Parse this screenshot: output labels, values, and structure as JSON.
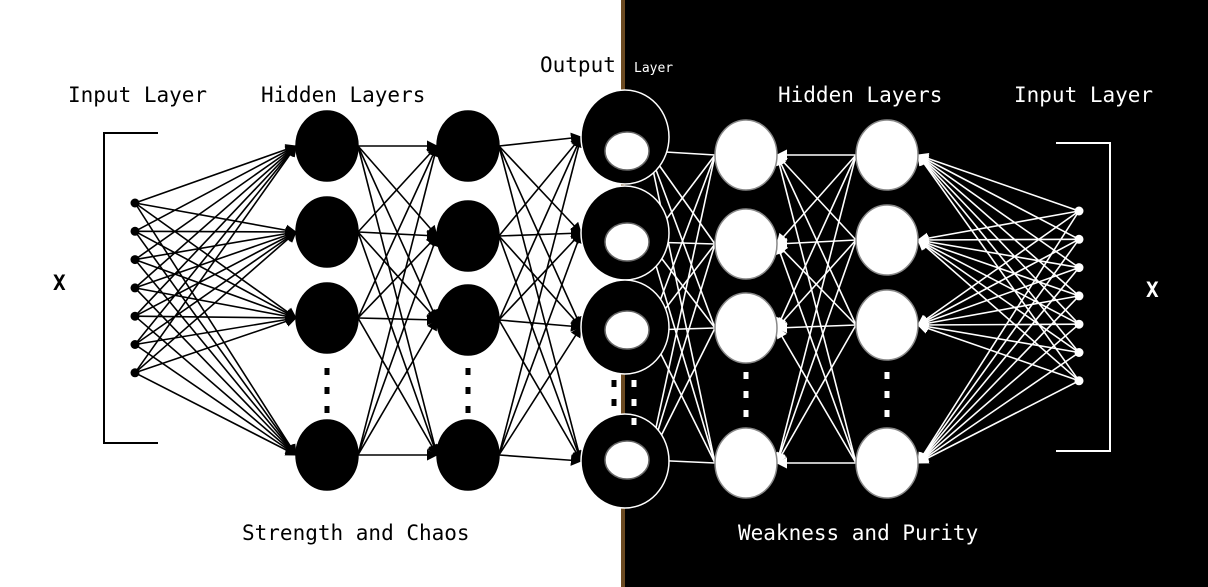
{
  "labels": {
    "input_left": "Input Layer",
    "hidden_left": "Hidden Layers",
    "output_main": "Output",
    "output_small": "Layer",
    "hidden_right": "Hidden Layers",
    "input_right": "Input Layer",
    "x_left": "X",
    "x_right": "X",
    "caption_left": "Strength and Chaos",
    "caption_right": "Weakness and Purity",
    "ellipsis": "⋮"
  },
  "network": {
    "input_count": 7,
    "hidden_visible_nodes": 4,
    "output_visible_nodes": 4,
    "hidden_layers_per_side": 2,
    "has_ellipsis_between_last_nodes": true
  },
  "colors": {
    "light_bg": "#ffffff",
    "dark_bg": "#000000",
    "divider": "#6b4a22",
    "left_ink": "#000000",
    "right_ink": "#ffffff"
  }
}
